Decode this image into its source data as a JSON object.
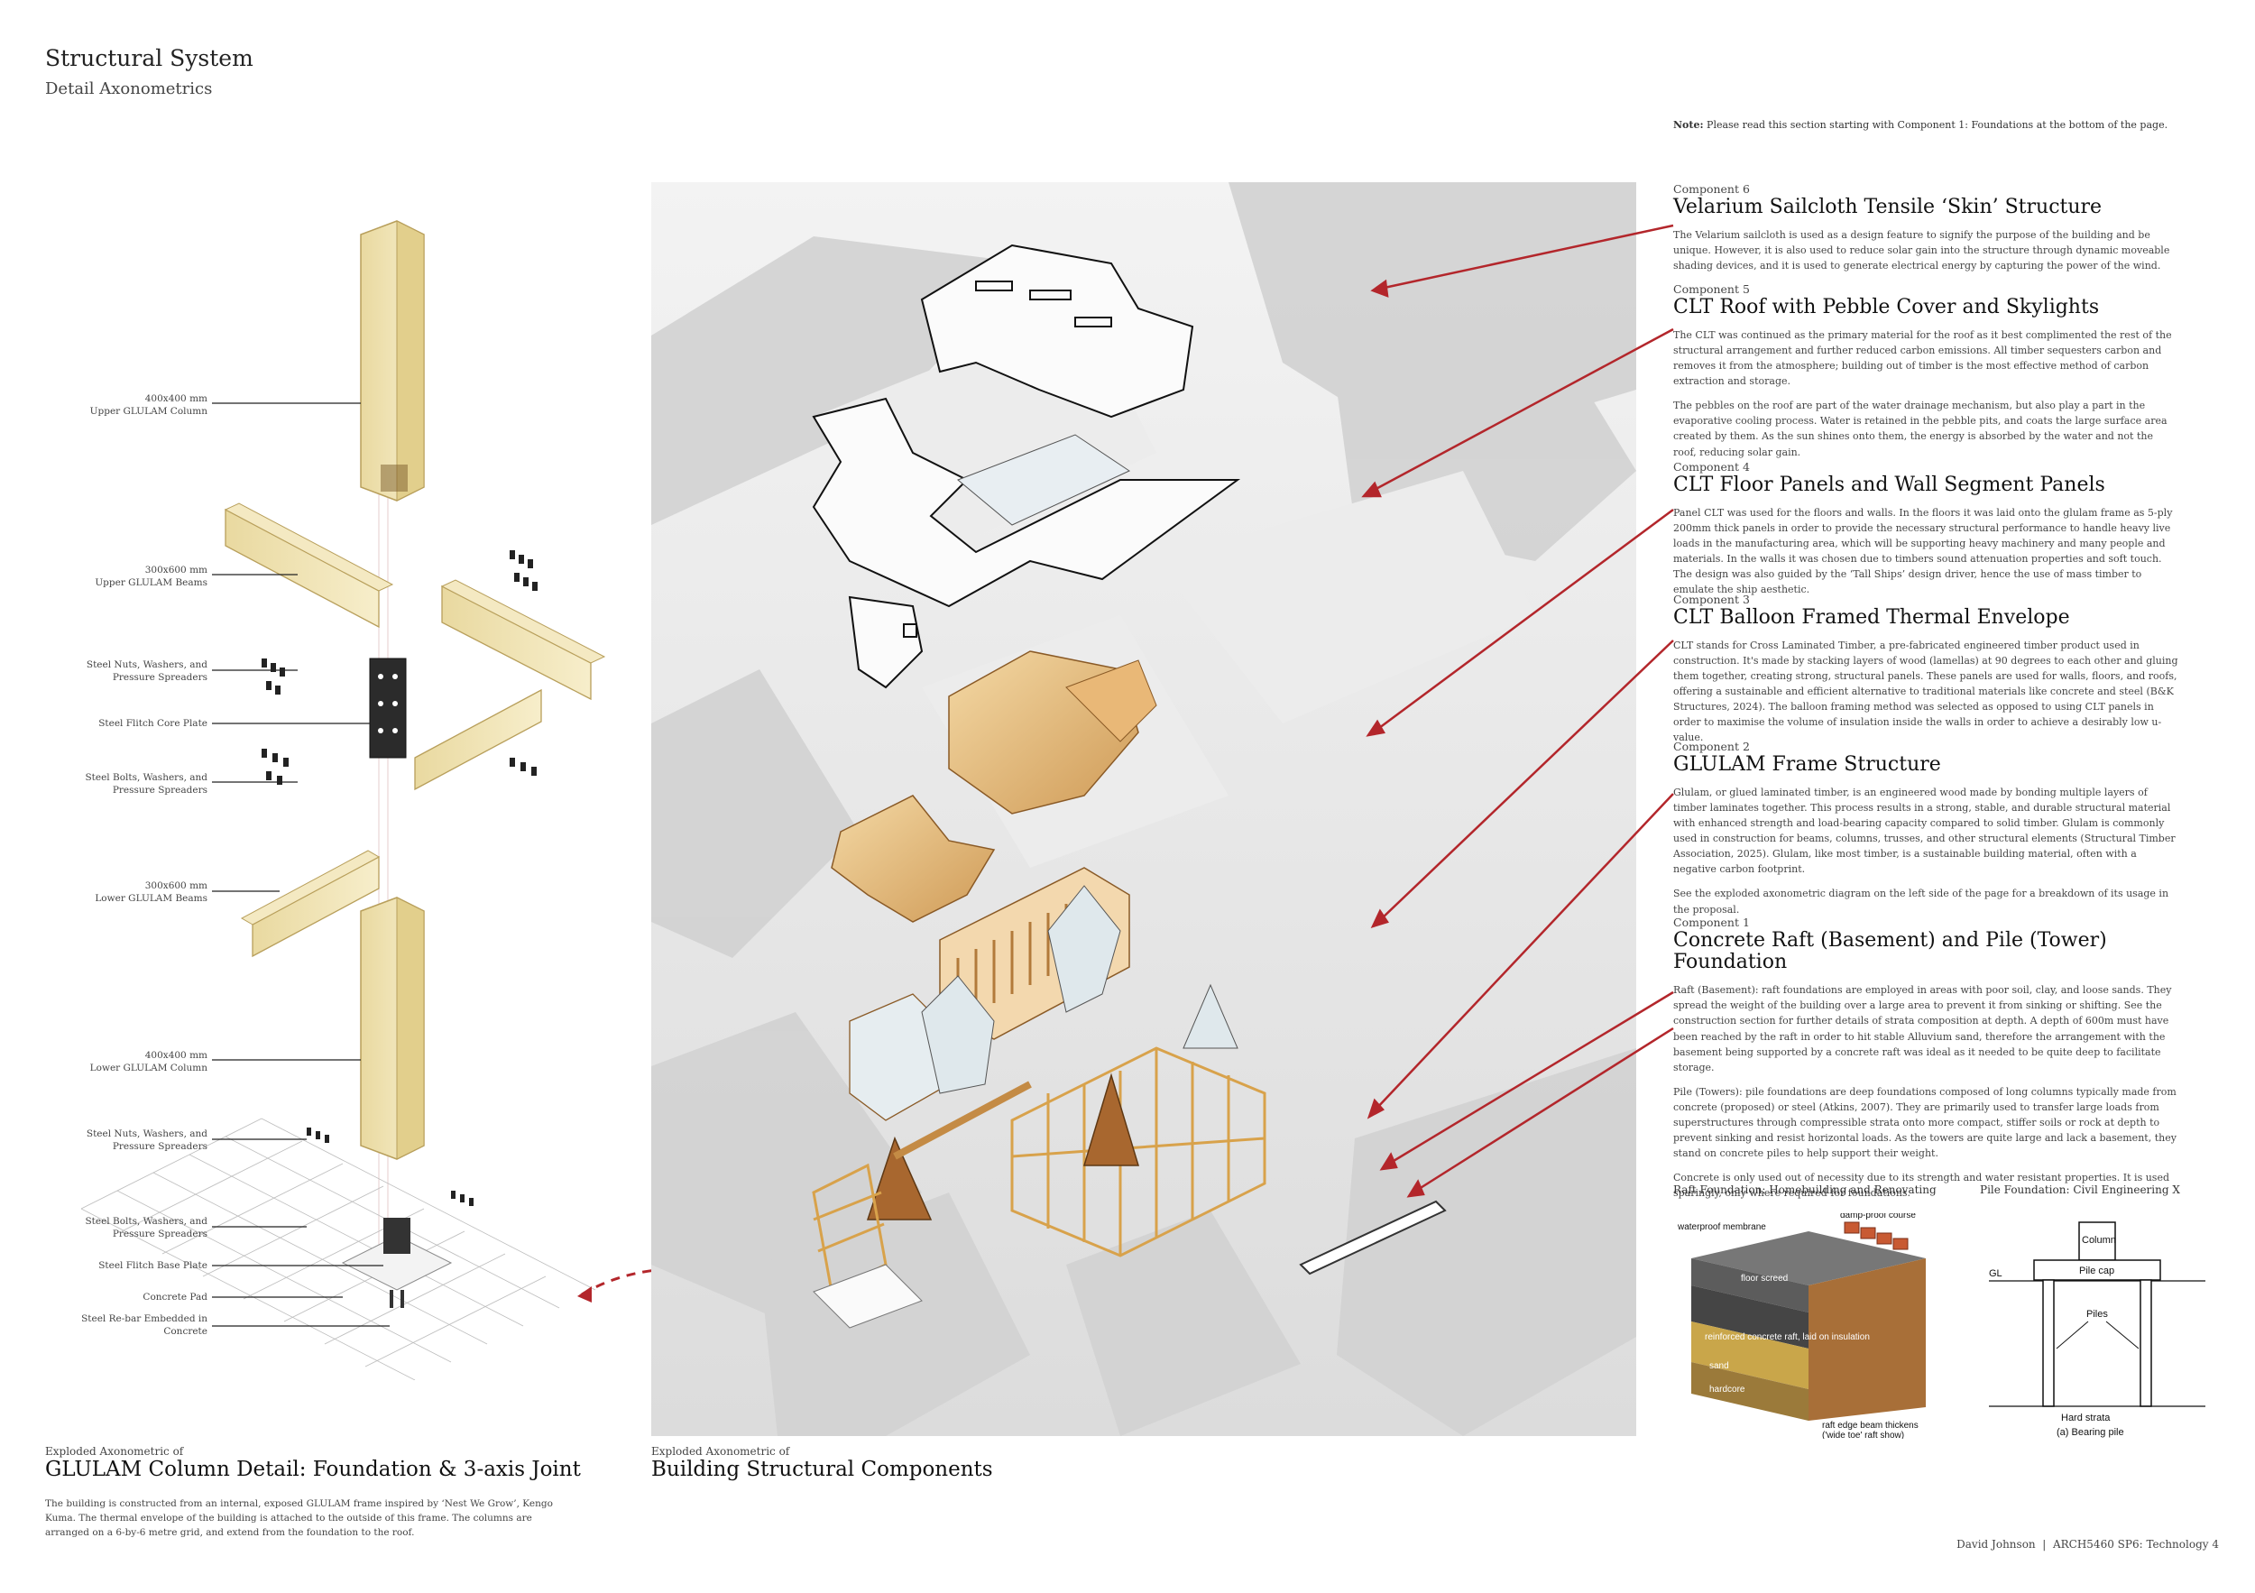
{
  "header": {
    "title": "Structural System",
    "subtitle": "Detail Axonometrics"
  },
  "note": {
    "label": "Note:",
    "text": "Please read this section starting with Component 1: Foundations at the bottom of the page."
  },
  "components": [
    {
      "label": "Component 6",
      "title": "Velarium Sailcloth Tensile ‘Skin’ Structure",
      "paragraphs": [
        "The Velarium sailcloth is used as a design feature to signify the purpose of the building and be unique. However, it is also used to reduce solar gain into the structure through dynamic moveable shading devices, and it is used to generate electrical energy by capturing the power of the wind."
      ]
    },
    {
      "label": "Component 5",
      "title": "CLT Roof with Pebble Cover and Skylights",
      "paragraphs": [
        "The CLT was continued as the primary material for the roof as it best complimented the rest of the structural arrangement and further reduced carbon emissions. All timber sequesters carbon and removes it from the atmosphere; building out of timber is the most effective method of carbon extraction and storage.",
        "The pebbles on the roof are part of the water drainage mechanism, but also play a part in the evaporative cooling process. Water is retained in the pebble pits, and coats the large surface area created by them. As the sun shines onto them, the energy is absorbed by the water and not the roof, reducing solar gain."
      ]
    },
    {
      "label": "Component 4",
      "title": "CLT Floor Panels and Wall Segment Panels",
      "paragraphs": [
        "Panel CLT was used for the floors and walls. In the floors it was laid onto the glulam frame as 5-ply 200mm thick panels in order to provide the necessary structural performance to handle heavy live loads in the manufacturing area, which will be supporting heavy machinery and many people and materials. In the walls it was chosen due to timbers sound attenuation properties and soft touch. The design was also guided by the ‘Tall Ships’ design driver, hence the use of mass timber to emulate the ship aesthetic."
      ]
    },
    {
      "label": "Component 3",
      "title": "CLT Balloon Framed Thermal Envelope",
      "paragraphs": [
        "CLT stands for Cross Laminated Timber, a pre-fabricated engineered timber product used in construction. It's made by stacking layers of wood (lamellas) at 90 degrees to each other and gluing them together, creating strong, structural panels. These panels are used for walls, floors, and roofs, offering a sustainable and efficient alternative to traditional materials like concrete and steel (B&K Structures, 2024). The balloon framing method was selected as opposed to using CLT panels in order to maximise the volume of insulation inside the walls in order to achieve a desirably low u-value."
      ]
    },
    {
      "label": "Component 2",
      "title": "GLULAM Frame Structure",
      "paragraphs": [
        "Glulam, or glued laminated timber, is an engineered wood made by bonding multiple layers of timber laminates together. This process results in a strong, stable, and durable structural material with enhanced strength and load-bearing capacity compared to solid timber. Glulam is commonly used in construction for beams, columns, trusses, and other structural elements (Structural Timber Association, 2025). Glulam, like most timber, is a sustainable building material, often with a negative carbon footprint.",
        "See the exploded axonometric diagram on the left side of the page for a breakdown of its usage in the proposal."
      ]
    },
    {
      "label": "Component 1",
      "title": "Concrete Raft (Basement) and Pile (Tower) Foundation",
      "paragraphs": [
        "Raft (Basement): raft foundations are employed in areas with poor soil, clay, and loose sands. They spread the weight of the building over a large area to prevent it from sinking or shifting. See the construction section for further details of strata composition at depth. A depth of 600m must have been reached by the raft in order to hit stable Alluvium sand, therefore the arrangement with the basement being supported by a concrete raft was ideal as it needed to be quite deep to facilitate storage.",
        "Pile (Towers): pile foundations are deep foundations composed of long columns typically made from concrete (proposed) or steel (Atkins, 2007). They are primarily used to transfer large loads from superstructures through compressible strata onto more compact, stiffer soils or rock at depth to prevent sinking and resist horizontal loads. As the towers are quite large and lack a basement, they stand on concrete piles to help support their weight.",
        "Concrete is only used out of necessity due to its strength and water resistant properties. It is used sparingly, only where required for foundations."
      ]
    }
  ],
  "foundation_diagrams": {
    "raft": {
      "caption": "Raft Foundation: Homebuilding and Renovating",
      "labels": {
        "membrane": "waterproof membrane",
        "damp": "damp-proof course",
        "screed": "floor screed",
        "raft": "reinforced concrete raft, laid on insulation",
        "sand": "sand",
        "hardcore": "hardcore",
        "edge1": "raft edge beam thickens",
        "edge2": "('wide toe' raft show)"
      }
    },
    "pile": {
      "caption": "Pile Foundation: Civil Engineering X",
      "labels": {
        "column": "Column",
        "cap": "Pile cap",
        "gl": "GL",
        "piles": "Piles",
        "strata": "Hard strata",
        "bearing": "(a) Bearing pile"
      }
    }
  },
  "detail_labels": [
    "400x400 mm\nUpper GLULAM Column",
    "300x600 mm\nUpper GLULAM Beams",
    "Steel Nuts, Washers, and\nPressure Spreaders",
    "Steel Flitch Core Plate",
    "Steel Bolts, Washers, and\nPressure Spreaders",
    "300x600 mm\nLower GLULAM Beams",
    "400x400 mm\nLower GLULAM Column",
    "Steel Nuts, Washers, and\nPressure Spreaders",
    "Steel Bolts, Washers, and\nPressure Spreaders",
    "Steel Flitch Base Plate",
    "Concrete Pad",
    "Steel Re-bar Embedded in\nConcrete"
  ],
  "captions": {
    "left": {
      "small": "Exploded Axonometric of",
      "big": "GLULAM Column Detail: Foundation & 3-axis Joint",
      "body": "The building is constructed from an internal, exposed GLULAM frame inspired by ‘Nest We Grow’, Kengo Kuma. The thermal envelope of the building is attached to the outside of this frame. The columns are arranged on a 6-by-6 metre grid, and extend from the foundation to the roof."
    },
    "center": {
      "small": "Exploded Axonometric of",
      "big": "Building Structural Components"
    }
  },
  "footer": "David Johnson  |  ARCH5460 SP6: Technology 4",
  "colors": {
    "arrow": "#b3262b",
    "timber": "#e8c98a",
    "glulam": "#f1e4b0",
    "bronze": "#a8672f"
  }
}
